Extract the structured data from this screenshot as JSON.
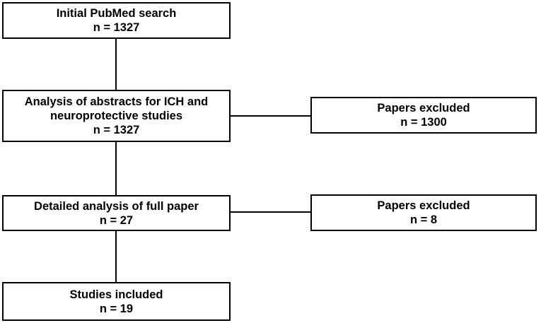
{
  "flow": {
    "initial_search": {
      "line1": "Initial PubMed search",
      "line2": "n = 1327"
    },
    "abstract_analysis": {
      "line1": "Analysis of abstracts for ICH and",
      "line2": "neuroprotective studies",
      "line3": "n = 1327"
    },
    "full_paper_analysis": {
      "line1": "Detailed analysis of full paper",
      "line2": "n = 27"
    },
    "studies_included": {
      "line1": "Studies included",
      "line2": "n = 19"
    },
    "excluded_1": {
      "line1": "Papers excluded",
      "line2": "n = 1300"
    },
    "excluded_2": {
      "line1": "Papers excluded",
      "line2": "n = 8"
    }
  }
}
